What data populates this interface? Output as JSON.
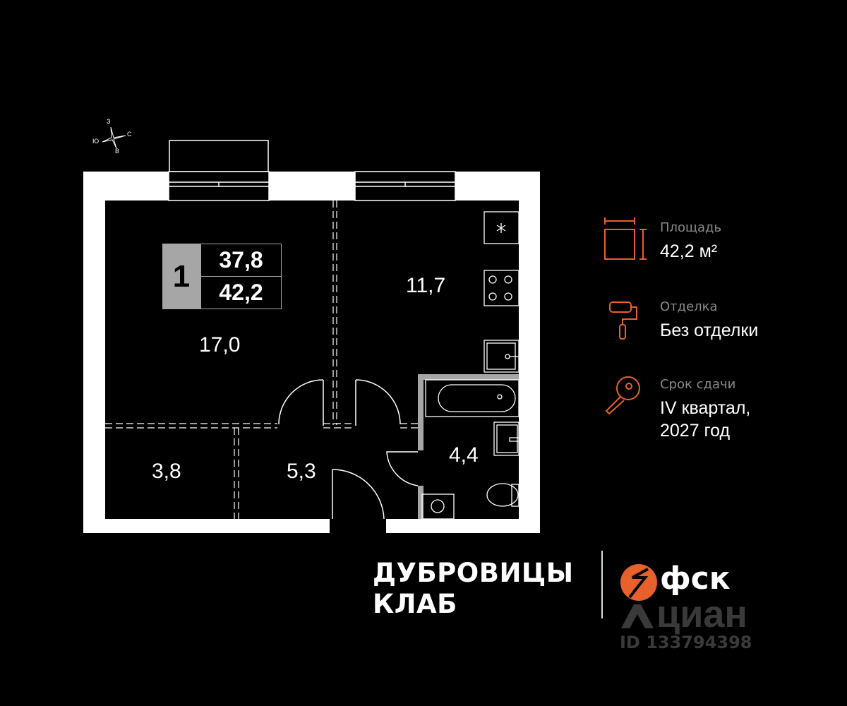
{
  "compass": {
    "north": "З",
    "east": "С",
    "south": "В",
    "west": "Ю"
  },
  "badge": {
    "rooms": "1",
    "living_area": "37,8",
    "total_area": "42,2"
  },
  "rooms": [
    {
      "name": "room",
      "area": "17,0"
    },
    {
      "name": "kitchen",
      "area": "11,7"
    },
    {
      "name": "storage",
      "area": "3,8"
    },
    {
      "name": "hallway",
      "area": "5,3"
    },
    {
      "name": "bathroom",
      "area": "4,4"
    }
  ],
  "info": {
    "area_label": "Площадь",
    "area_value": "42,2 м²",
    "finish_label": "Отделка",
    "finish_value": "Без отделки",
    "delivery_label": "Срок сдачи",
    "delivery_value_1": "IV квартал,",
    "delivery_value_2": "2027 год"
  },
  "brand": {
    "line1": "ДУБРОВИЦЫ",
    "line2": "КЛАБ",
    "developer": "фск"
  },
  "watermark": {
    "text": "циан",
    "id": "ID 133794398"
  },
  "colors": {
    "accent": "#e8602c",
    "wall": "#ffffff",
    "bath_wall": "#a6a6a6",
    "background": "#000000"
  }
}
